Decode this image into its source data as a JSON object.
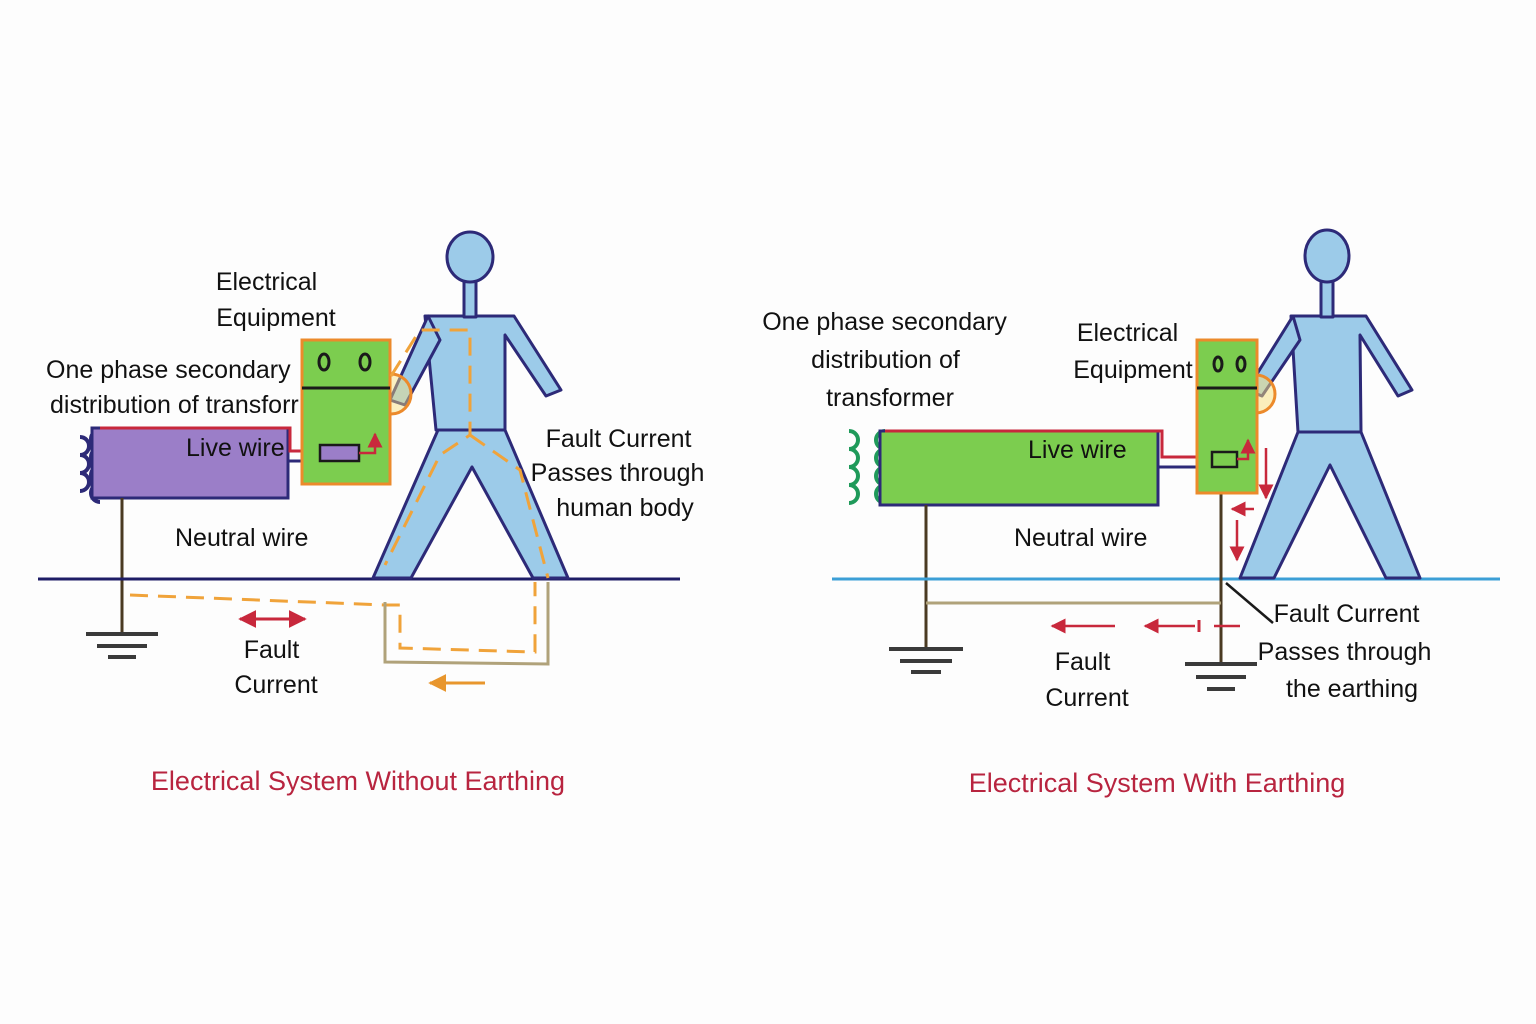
{
  "left_panel": {
    "title": "Electrical System Without Earthing",
    "equipment_label": [
      "Electrical",
      "Equipment"
    ],
    "transformer_label": [
      "One phase secondary",
      "distribution of transforr"
    ],
    "live_wire_label": "Live wire",
    "neutral_wire_label": "Neutral wire",
    "body_fault_label": [
      "Fault Current",
      "Passes through",
      "human body"
    ],
    "ground_fault_label": [
      "Fault",
      "Current"
    ]
  },
  "right_panel": {
    "title": "Electrical System With Earthing",
    "equipment_label": [
      "Electrical",
      "Equipment"
    ],
    "transformer_label": [
      "One phase secondary",
      "distribution of",
      "transformer"
    ],
    "live_wire_label": "Live wire",
    "neutral_wire_label": "Neutral wire",
    "earth_fault_label": [
      "Fault Current",
      "Passes through",
      "the earthing"
    ],
    "ground_fault_label": [
      "Fault",
      "Current"
    ]
  },
  "colors": {
    "person": "#9ccbe9",
    "equipment": "#7ccd4f",
    "equipment_border": "#ec8a2b",
    "transformer_left": "#9b7ec8",
    "transformer_right": "#7ccd4f",
    "live_wire": "#c8283c",
    "neutral_wire": "#2d2a78",
    "ground_line_left": "#1e1d66",
    "ground_line_right": "#3c9fd6",
    "fault_path": "#f0a33a",
    "title": "#b8243f"
  }
}
